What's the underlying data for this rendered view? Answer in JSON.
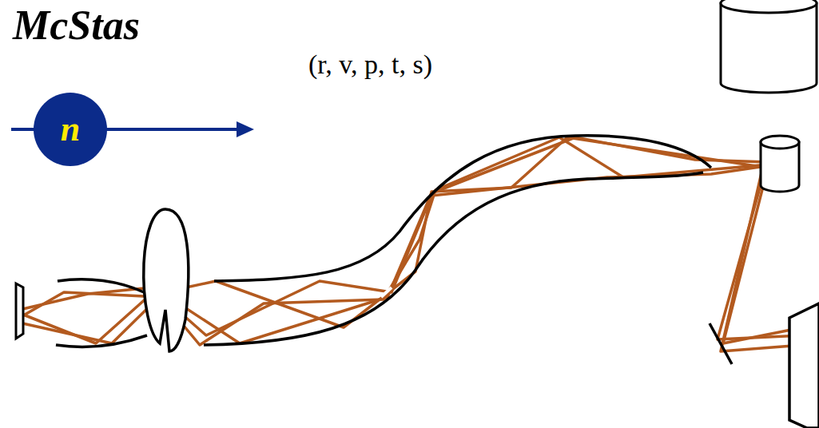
{
  "diagram": {
    "nodes": [
      {
        "text": [
          "n"
        ]
      }
    ],
    "labels": [
      "McStas",
      "(r, v, p, t, s)"
    ]
  }
}
